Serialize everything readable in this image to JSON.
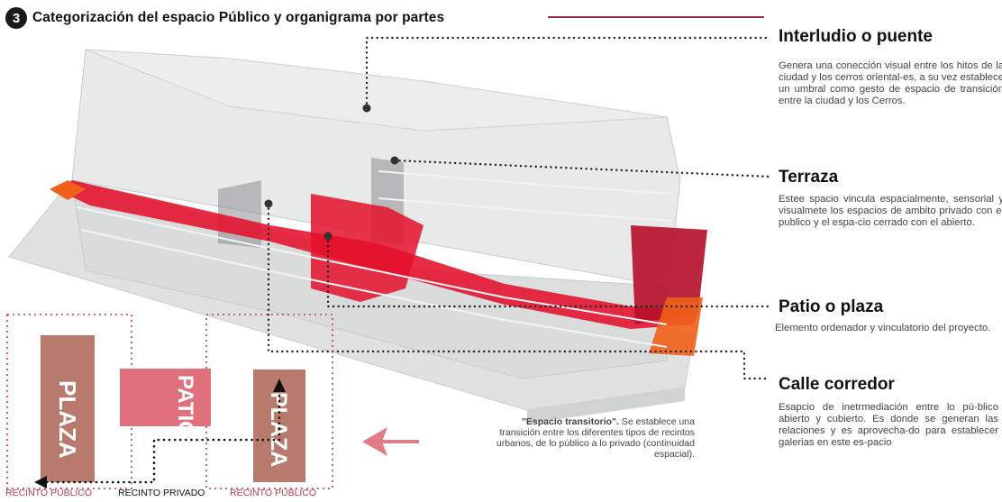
{
  "title": {
    "badge": "3",
    "text": "Categorización del espacio Público y organigrama por partes"
  },
  "annotations": [
    {
      "id": "interludio",
      "heading": "Interludio o puente",
      "body": "Genera una conección visual entre los hitos de la ciudad y los cerros oriental-es, a su vez establece un umbral como gesto de espacio de transición entre la ciudad y los Cerros."
    },
    {
      "id": "terraza",
      "heading": "Terraza",
      "body": "Estee spacio vincula espacialmente, sensorial y visualmete los espacios de ambito privado con el publico y el espa-cio cerrado con el abierto."
    },
    {
      "id": "patio",
      "heading": "Patio o plaza",
      "body": "Elemento ordenador y vinculatorio del proyecto."
    },
    {
      "id": "calle",
      "heading": "Calle corredor",
      "body": "Esapcio de inetrmediación entre lo pú-blico abierto y cubierto. Es donde se generan las relaciones y es aprovecha-do para establecer galerias en este es-pacio"
    }
  ],
  "transition_note": {
    "title": "\"Espacio transitorio\".",
    "body": "Se establece una transición entre los diferentes tipos de recintos urbanos, de lo público a lo privado (continuidad espacial)."
  },
  "organigram": {
    "blocks": [
      {
        "id": "plaza-left",
        "text": "PLAZA",
        "color": "#b87a6d"
      },
      {
        "id": "patio",
        "text": "PATIO",
        "color": "#e0707b"
      },
      {
        "id": "plaza-right",
        "text": "PLAZA",
        "color": "#b87a6d"
      }
    ],
    "zones": [
      {
        "id": "publico-left",
        "label": "RECINTO PÚBLICO",
        "color": "#c0394b"
      },
      {
        "id": "privado",
        "label": "RECINTO PRIVADO",
        "color": "#111111"
      },
      {
        "id": "publico-right",
        "label": "RECINTO PÚBLICO",
        "color": "#c0394b"
      }
    ]
  },
  "colors": {
    "accent_red": "#e4102c",
    "rule": "#8f2a45",
    "arrow": "#e07c8a",
    "glass": "#e2e4e4"
  }
}
